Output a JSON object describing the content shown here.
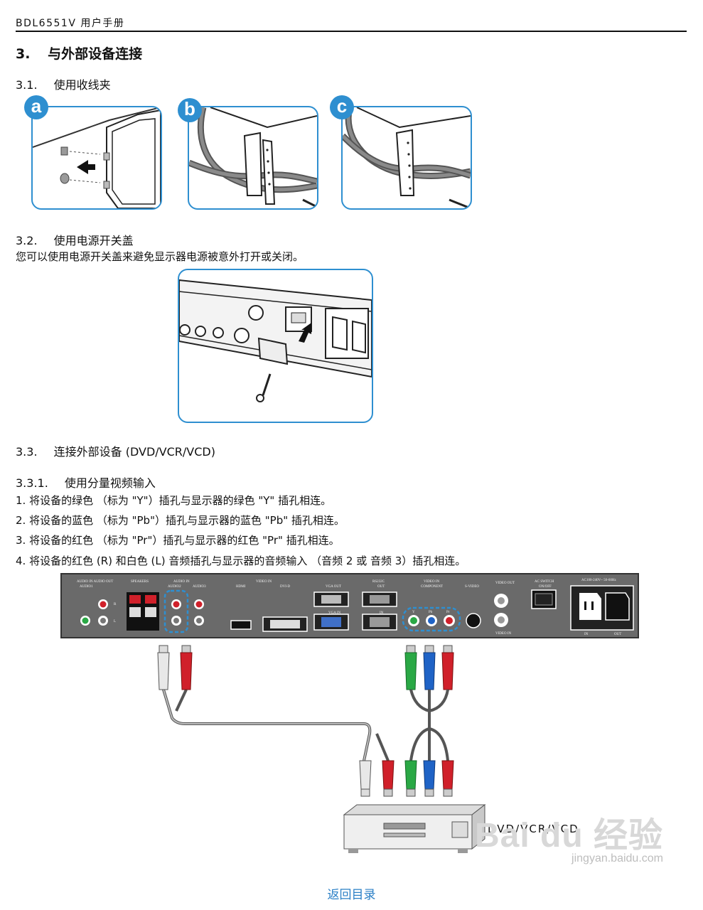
{
  "header": {
    "title": "BDL6551V 用户手册"
  },
  "section": {
    "number": "3.",
    "title": "与外部设备连接"
  },
  "s31": {
    "number": "3.1.",
    "title": "使用收线夹",
    "panels": [
      {
        "badge": "a"
      },
      {
        "badge": "b"
      },
      {
        "badge": "c"
      }
    ]
  },
  "s32": {
    "number": "3.2.",
    "title": "使用电源开关盖",
    "desc": "您可以使用电源开关盖来避免显示器电源被意外打开或关闭。"
  },
  "s33": {
    "number": "3.3.",
    "title": "连接外部设备 (DVD/VCR/VCD)"
  },
  "s331": {
    "number": "3.3.1.",
    "title": "使用分量视频输入",
    "steps": [
      "1. 将设备的绿色 （标为 \"Y\"）插孔与显示器的绿色 \"Y\" 插孔相连。",
      "2. 将设备的蓝色 （标为 \"Pb\"）插孔与显示器的蓝色 \"Pb\" 插孔相连。",
      "3. 将设备的红色 （标为 \"Pr\"）插孔与显示器的红色 \"Pr\" 插孔相连。",
      "4. 将设备的红色 (R) 和白色 (L) 音频插孔与显示器的音频输入 （音频 2 或 音频 3）插孔相连。"
    ]
  },
  "panel_labels": {
    "audio_in_out": "AUDIO IN  AUDIO OUT",
    "audio1": "AUDIO1",
    "speakers": "SPEAKERS",
    "audio_in": "AUDIO IN",
    "audio2": "AUDIO2",
    "audio3": "AUDIO3",
    "video_in": "VIDEO IN",
    "hdmi": "HDMI",
    "dvi_d": "DVI-D",
    "vga_out": "VGA OUT",
    "vga_in": "VGA IN",
    "rs232c": "RS232C",
    "out": "OUT",
    "in": "IN",
    "video_in2": "VIDEO IN",
    "component": "COMPONENT",
    "y": "Y",
    "pb": "Pb",
    "pr": "Pr",
    "svideo": "S-VIDEO",
    "video_out": "VIDEO OUT",
    "video_in3": "VIDEO IN",
    "ac_switch": "AC SWITCH",
    "on_off": "ON/OFF",
    "ac_in_label": "AC100-240V~ 50-60Hz",
    "ac_in": "IN",
    "ac_out": "OUT",
    "r": "R",
    "l": "L"
  },
  "device_label": "DVD/VCR/VCD",
  "back_link": "返回目录",
  "watermark": {
    "brand": "Bai du 经验",
    "url": "jingyan.baidu.com"
  },
  "colors": {
    "accent": "#2e8fd0",
    "panel_gray": "#6a6a6a",
    "green": "#2aa845",
    "blue": "#1f63c6",
    "red": "#d0202a",
    "link": "#2a7fc6"
  }
}
